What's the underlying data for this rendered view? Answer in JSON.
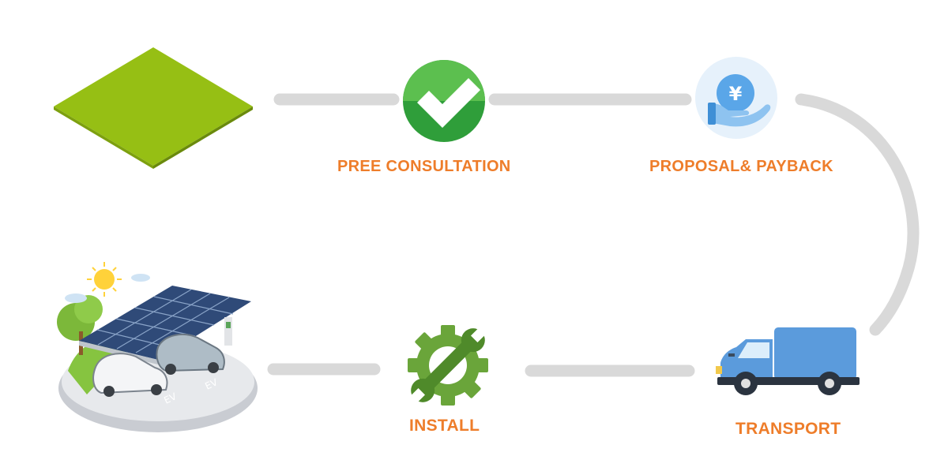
{
  "steps": {
    "consultation": {
      "label": "PREE CONSULTATION",
      "icon": "check-icon"
    },
    "proposal": {
      "label": "PROPOSAL& PAYBACK",
      "icon": "yen-hand-icon",
      "currency_symbol": "¥"
    },
    "transport": {
      "label": "TRANSPORT",
      "icon": "truck-icon"
    },
    "install": {
      "label": "INSTALL",
      "icon": "gear-wrench-icon"
    }
  },
  "illustrations": {
    "start": "green-plot-icon",
    "finish": "solar-carport-icon",
    "carport_marks": [
      "EV",
      "EV"
    ]
  },
  "colors": {
    "label": "#ee7d2a",
    "connector": "#d9d9d9",
    "plot_top": "#96bf14",
    "check_green": "#2f9e3a",
    "gear_green": "#6aa53a",
    "truck_blue": "#5b9bdc"
  }
}
